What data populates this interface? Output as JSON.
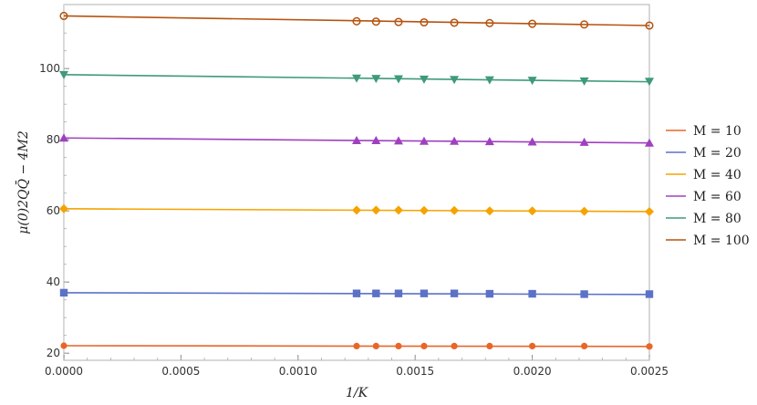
{
  "chart_data": {
    "type": "scatter",
    "xlabel": "1/K",
    "ylabel": "μ(0)2QQ̄ − 4M2",
    "xlim": [
      0,
      0.0025
    ],
    "ylim": [
      18,
      118
    ],
    "xticks": [
      "0.0000",
      "0.0005",
      "0.0010",
      "0.0015",
      "0.0020",
      "0.0025"
    ],
    "xtick_values": [
      0,
      0.0005,
      0.001,
      0.0015,
      0.002,
      0.0025
    ],
    "yticks": [
      "20",
      "40",
      "60",
      "80",
      "100"
    ],
    "ytick_values": [
      20,
      40,
      60,
      80,
      100
    ],
    "legend_position": "right",
    "x": [
      0,
      0.00125,
      0.001333,
      0.001429,
      0.001538,
      0.001667,
      0.001818,
      0.002,
      0.002222,
      0.0025
    ],
    "series": [
      {
        "name": "M = 10",
        "color": "#e8662a",
        "marker": "circle",
        "values": [
          22.1,
          22.0,
          22.0,
          22.0,
          22.0,
          22.0,
          22.0,
          22.0,
          22.0,
          21.9
        ],
        "fit": [
          22.1,
          21.9
        ]
      },
      {
        "name": "M = 20",
        "color": "#5b72c6",
        "marker": "square",
        "values": [
          37.0,
          36.8,
          36.8,
          36.8,
          36.8,
          36.8,
          36.7,
          36.7,
          36.6,
          36.6
        ],
        "fit": [
          37.0,
          36.5
        ]
      },
      {
        "name": "M = 40",
        "color": "#f5a300",
        "marker": "diamond",
        "values": [
          60.6,
          60.2,
          60.2,
          60.2,
          60.1,
          60.1,
          60.0,
          60.0,
          59.9,
          59.8
        ],
        "fit": [
          60.6,
          59.8
        ]
      },
      {
        "name": "M = 60",
        "color": "#a040c0",
        "marker": "triangle-up",
        "values": [
          80.5,
          79.8,
          79.8,
          79.7,
          79.6,
          79.6,
          79.5,
          79.4,
          79.3,
          79.1
        ],
        "fit": [
          80.5,
          79.1
        ]
      },
      {
        "name": "M = 80",
        "color": "#3f9a7c",
        "marker": "triangle-down",
        "values": [
          98.3,
          97.3,
          97.2,
          97.1,
          97.0,
          96.9,
          96.8,
          96.7,
          96.5,
          96.4
        ],
        "fit": [
          98.3,
          96.3
        ]
      },
      {
        "name": "M = 100",
        "color": "#b5530f",
        "marker": "circle-open",
        "values": [
          114.8,
          113.3,
          113.2,
          113.1,
          113.0,
          112.9,
          112.8,
          112.6,
          112.4,
          112.1
        ],
        "fit": [
          114.8,
          112.1
        ]
      }
    ]
  }
}
